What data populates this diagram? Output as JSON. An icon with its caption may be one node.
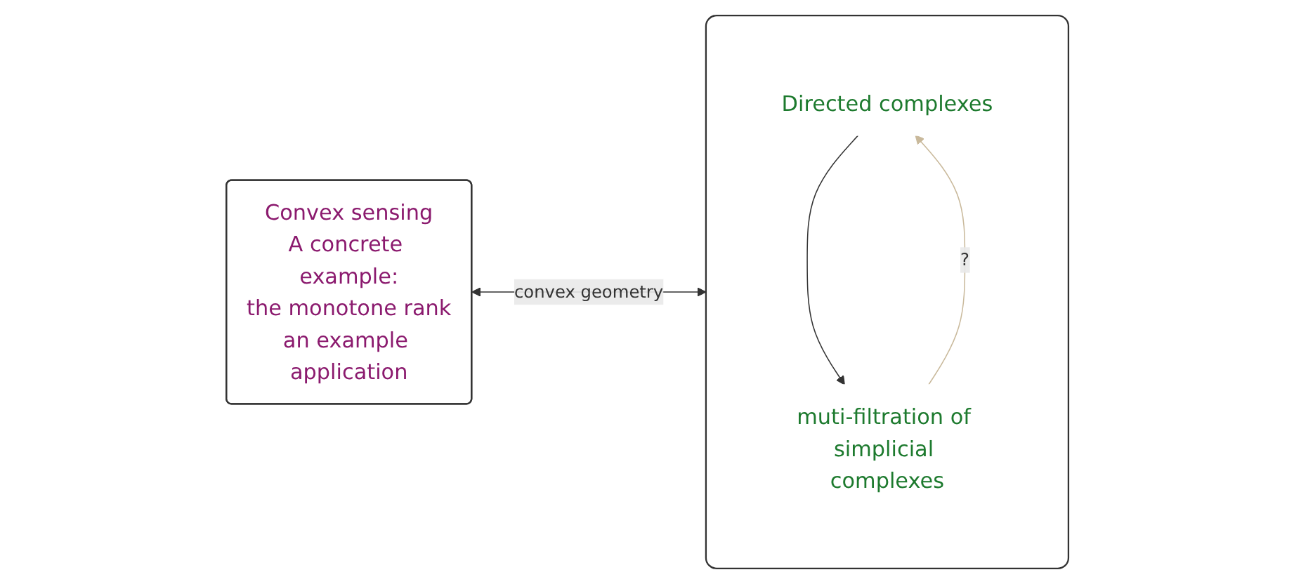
{
  "diagram": {
    "nodes": [
      {
        "text": [
          "Convex sensing",
          "A concrete example:",
          "the monotone rank",
          "an example application"
        ]
      },
      {
        "text": [],
        "shape": "box"
      },
      {
        "text": [
          "Directed complexes"
        ],
        "in": 1
      },
      {
        "text": [
          "muti-filtration of simplicial complexes"
        ],
        "in": 1
      }
    ],
    "edges": [
      {
        "from": 0,
        "to": 1,
        "arrow": "both",
        "label": "convex geometry"
      },
      {
        "from": 2,
        "to": 3,
        "arrow": "to"
      },
      {
        "from": 3,
        "to": 2,
        "arrow": "to",
        "label": "?",
        "color": "#c9b99b"
      }
    ]
  }
}
